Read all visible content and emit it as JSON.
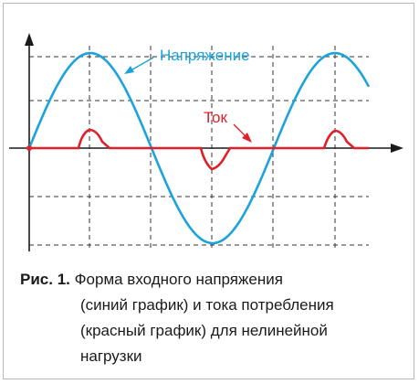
{
  "diagram": {
    "voltage_label": "Напряжение",
    "current_label": "Ток",
    "colors": {
      "voltage": "#1aa3dc",
      "current": "#e0202a",
      "axis": "#1a1a1a",
      "grid": "#333333"
    }
  },
  "caption": {
    "label": "Рис. 1.",
    "line1": "Форма входного напряжения",
    "line2": "(синий график) и тока потребления",
    "line3": "(красный график) для нелинейной",
    "line4": "нагрузки"
  }
}
